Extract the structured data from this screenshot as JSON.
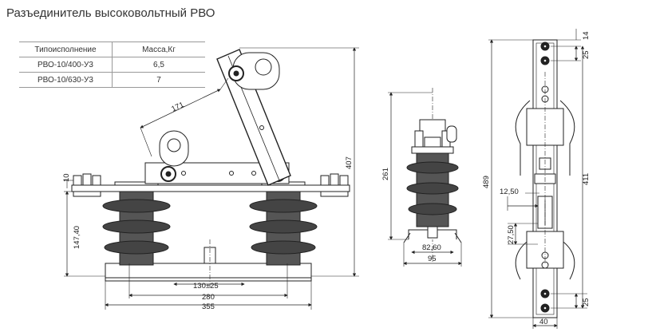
{
  "title": "Разъединитель высоковольтный РВО",
  "table": {
    "headers": [
      "Типоисполнение",
      "Масса,Кг"
    ],
    "rows": [
      [
        "РВО-10/400-У3",
        "6,5"
      ],
      [
        "РВО-10/630-У3",
        "7"
      ]
    ]
  },
  "dims": {
    "front": {
      "blade": "171",
      "top": "10",
      "insulator": "147,40",
      "height": "407",
      "center": "130±25",
      "inner": "280",
      "overall": "355"
    },
    "side": {
      "height": "261",
      "base_inner": "82,60",
      "base_outer": "95"
    },
    "top_view": {
      "d14": "14",
      "d25_top": "25",
      "overall": "489",
      "inner": "411",
      "d12_50": "12,50",
      "d27_50": "27,50",
      "d25_bottom": "25",
      "width": "40"
    }
  }
}
